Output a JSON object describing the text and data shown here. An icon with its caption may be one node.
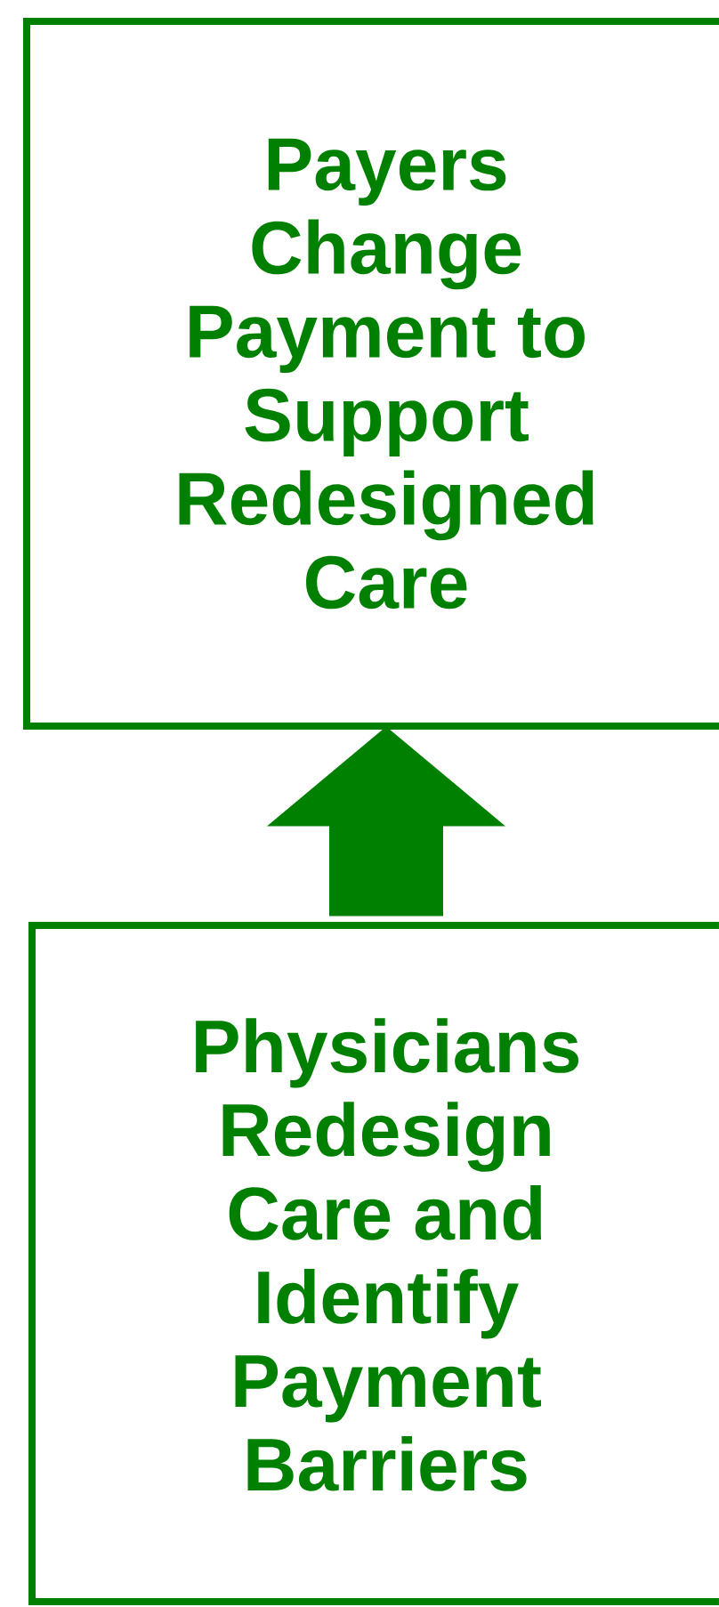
{
  "diagram": {
    "nodes": [
      {
        "text": [
          "Payers Change Payment to Support Redesigned Care"
        ]
      },
      {
        "text": [
          "Physicians Redesign Care and Identify Payment Barriers"
        ]
      }
    ],
    "edges": [
      {
        "from": 1,
        "to": 0,
        "arrow": "to"
      }
    ]
  }
}
